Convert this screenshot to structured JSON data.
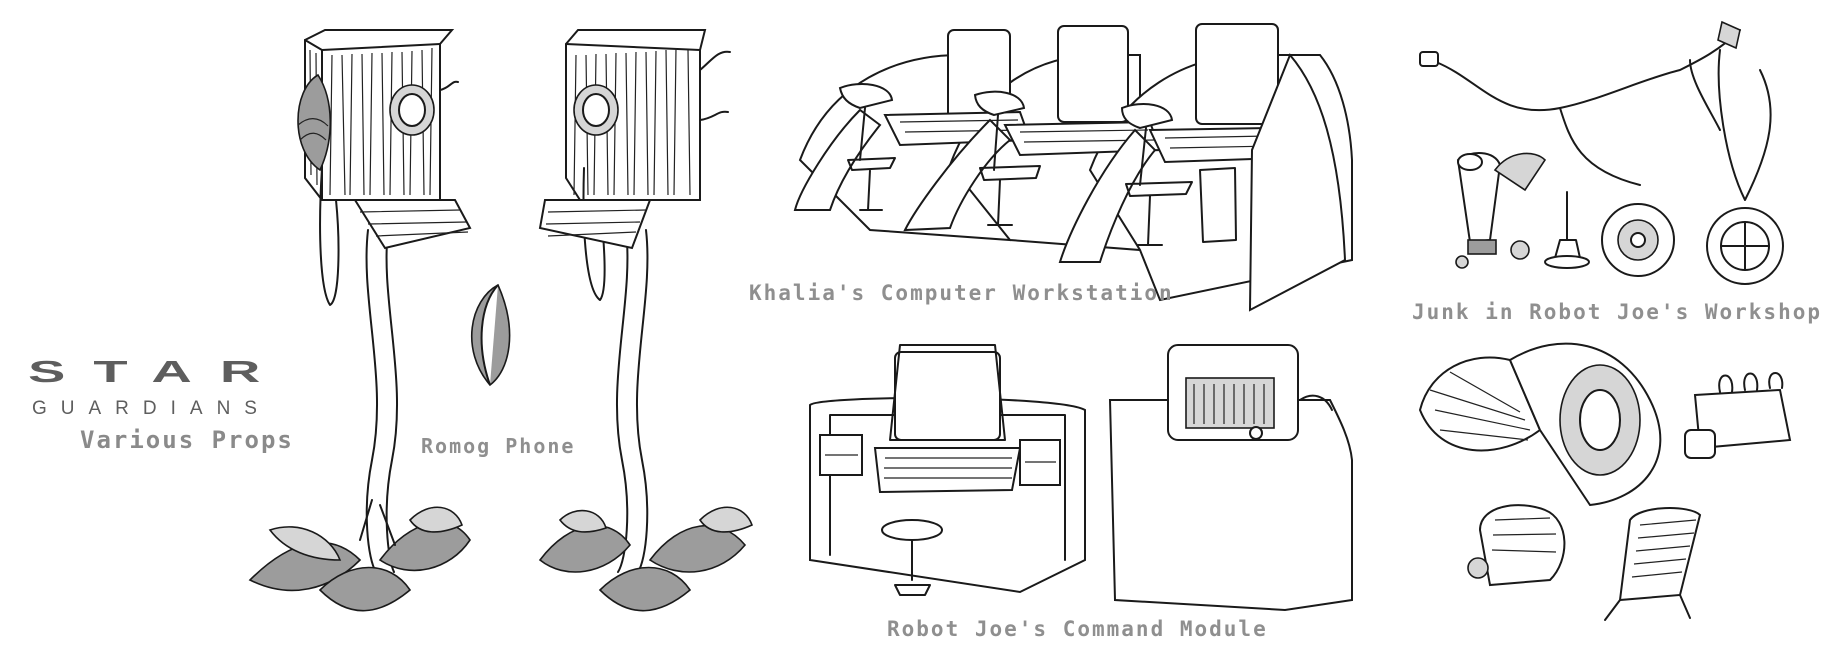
{
  "title": {
    "star": "STAR",
    "guardians": "GUARDIANS",
    "subtitle": "Various Props"
  },
  "captions": {
    "phone": "Romog Phone",
    "workstation": "Khalia's Computer Workstation",
    "junk": "Junk in Robot Joe's Workshop",
    "module": "Robot Joe's Command Module"
  },
  "colors": {
    "background": "#ffffff",
    "caption_text": "#8f8f8f",
    "logo_text": "#5e5e5e",
    "line_art": "#1a1a1a",
    "shading": "#9c9c9c"
  }
}
